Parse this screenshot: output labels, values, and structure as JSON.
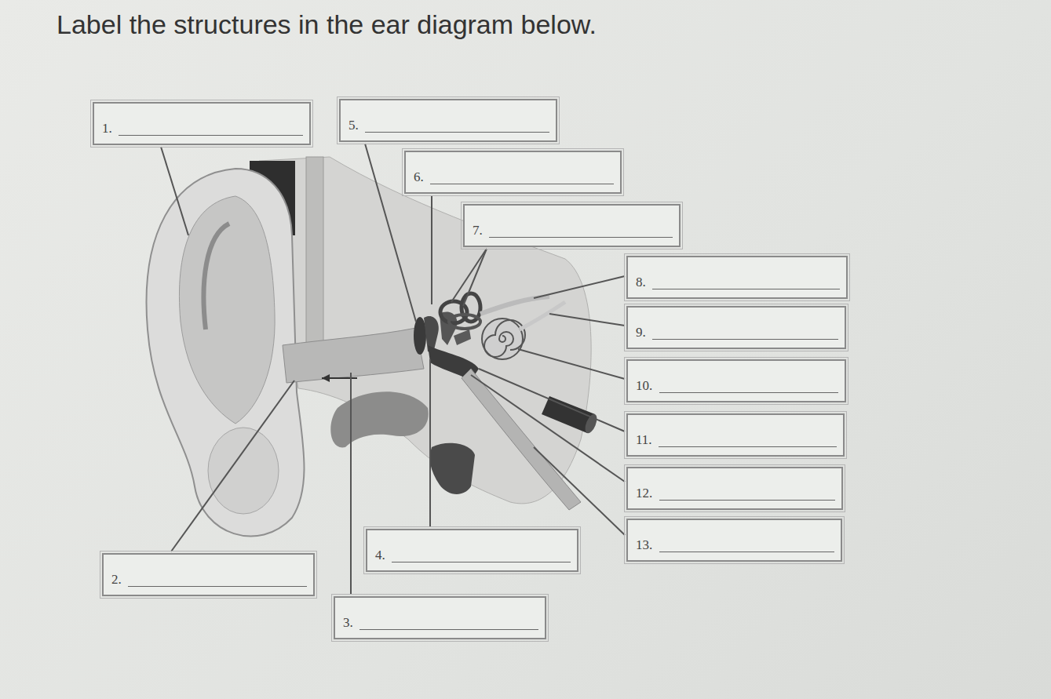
{
  "diagram": {
    "title": "Label the structures in the ear diagram below.",
    "nodes": [
      {
        "text": [
          "1."
        ]
      },
      {
        "text": [
          "5."
        ]
      },
      {
        "text": [
          "6."
        ]
      },
      {
        "text": [
          "7."
        ]
      },
      {
        "text": [
          "8."
        ]
      },
      {
        "text": [
          "9."
        ]
      },
      {
        "text": [
          "10."
        ]
      },
      {
        "text": [
          "11."
        ]
      },
      {
        "text": [
          "12."
        ]
      },
      {
        "text": [
          "13."
        ]
      },
      {
        "text": [
          "4."
        ]
      },
      {
        "text": [
          "2."
        ]
      },
      {
        "text": [
          "3."
        ]
      }
    ]
  }
}
